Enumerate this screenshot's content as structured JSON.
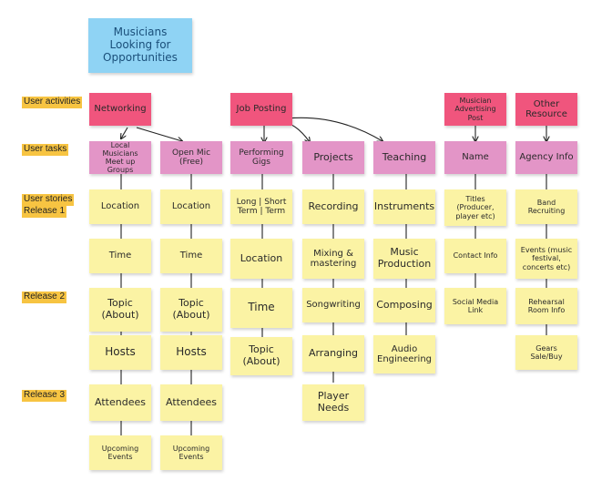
{
  "title": "Musicians Looking for Opportunities",
  "row_labels": {
    "activities": "User activities",
    "tasks": "User tasks",
    "stories_1": "User stories",
    "release_1": "Release 1",
    "release_2": "Release 2",
    "release_3": "Release 3"
  },
  "activities": {
    "networking": "Networking",
    "job_posting": "Job Posting",
    "advertising": "Musician Advertising Post",
    "other_resource": "Other Resource"
  },
  "tasks": {
    "meetup": "Local Musicians Meet up Groups",
    "open_mic": "Open Mic (Free)",
    "gigs": "Performing Gigs",
    "projects": "Projects",
    "teaching": "Teaching",
    "name": "Name",
    "agency": "Agency Info"
  },
  "stories": {
    "meetup_location": "Location",
    "meetup_time": "Time",
    "meetup_topic": "Topic (About)",
    "meetup_hosts": "Hosts",
    "meetup_attendees": "Attendees",
    "meetup_upcoming": "Upcoming Events",
    "mic_location": "Location",
    "mic_time": "Time",
    "mic_topic": "Topic (About)",
    "mic_hosts": "Hosts",
    "mic_attendees": "Attendees",
    "mic_upcoming": "Upcoming Events",
    "gigs_term": "Long | Short Term | Term",
    "gigs_location": "Location",
    "gigs_time": "Time",
    "gigs_topic": "Topic (About)",
    "proj_recording": "Recording",
    "proj_mixing": "Mixing & mastering",
    "proj_song": "Songwriting",
    "proj_arranging": "Arranging",
    "proj_player": "Player Needs",
    "teach_instruments": "Instruments",
    "teach_production": "Music Production",
    "teach_composing": "Composing",
    "teach_audio": "Audio Engineering",
    "ad_titles": "Titles (Producer, player etc)",
    "ad_contact": "Contact Info",
    "ad_social": "Social Media Link",
    "res_band": "Band Recruiting",
    "res_events": "Events (music festival, concerts etc)",
    "res_rehearsal": "Rehearsal Room Info",
    "res_gears": "Gears Sale/Buy"
  },
  "colors": {
    "title_note": "#8fd3f4",
    "activity_note": "#f0557d",
    "task_note": "#e395c7",
    "story_note": "#fbf3a4",
    "row_label_bg": "#f7c442"
  }
}
